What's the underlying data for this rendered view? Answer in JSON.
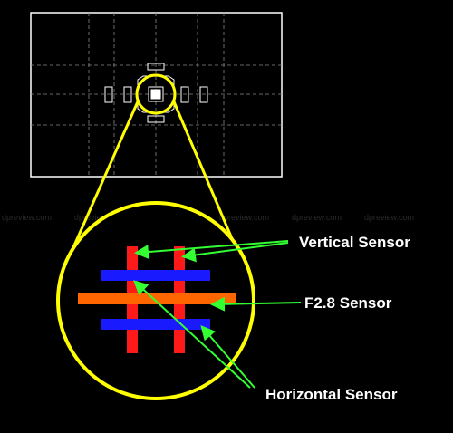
{
  "labels": {
    "vertical_sensor": "Vertical Sensor",
    "f28_sensor": "F2.8 Sensor",
    "horizontal_sensor": "Horizontal Sensor"
  },
  "watermark": "dpreview.com",
  "colors": {
    "outline": "#ffff00",
    "frame": "#ffffff",
    "vertical_sensor": "#ff1a1a",
    "horizontal_sensor": "#1a1aff",
    "f28_sensor": "#ff6600",
    "arrow": "#33ff33",
    "background": "#000000"
  }
}
